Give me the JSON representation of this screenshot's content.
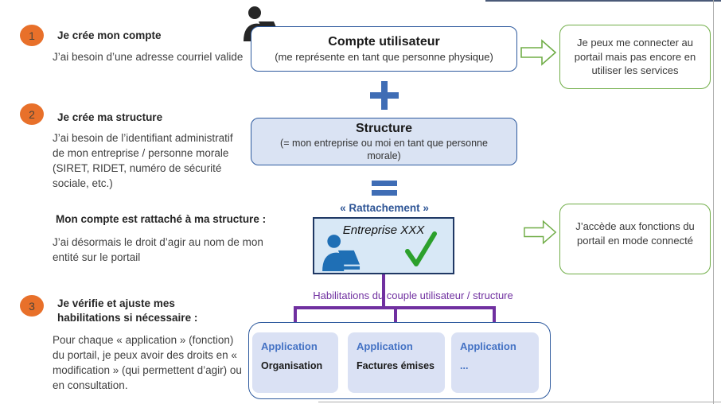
{
  "steps": [
    {
      "num": "1",
      "title": "Je crée mon compte",
      "body": "J’ai besoin d’une adresse courriel valide"
    },
    {
      "num": "2",
      "title": "Je crée ma structure",
      "body": "J’ai besoin de l’identifiant administratif de mon entreprise / personne morale (SIRET, RIDET, numéro de sécurité sociale, etc.)"
    },
    {
      "num": "3",
      "title": "Je vérifie et ajuste mes habilitations si nécessaire :",
      "body": "Pour chaque « application » (fonction) du portail, je peux avoir des droits en « modification » (qui permettent d’agir) ou en consultation."
    }
  ],
  "attachment_note": {
    "title": "Mon compte est rattaché à ma structure :",
    "body": "J’ai désormais le droit d’agir au nom de mon entité sur le portail"
  },
  "flow": {
    "account_box": {
      "title": "Compte utilisateur",
      "subtitle": "(me représente en tant que personne physique)"
    },
    "plus_icon": "plus",
    "structure_box": {
      "title": "Structure",
      "subtitle": "(= mon entreprise ou moi en tant que personne morale)"
    },
    "equals_icon": "equals",
    "attachment_label": "« Rattachement »",
    "company_box": {
      "title": "Entreprise XXX"
    },
    "habilitations_label": "Habilitations du couple utilisateur / structure",
    "applications": [
      {
        "header": "Application",
        "label": "Organisation"
      },
      {
        "header": "Application",
        "label": "Factures émises"
      },
      {
        "header": "Application",
        "label": "..."
      }
    ]
  },
  "outcomes": [
    {
      "text": "Je peux me connecter au portail mais pas encore en utiliser les services"
    },
    {
      "text": "J’accède aux fonctions du portail en mode connecté"
    }
  ],
  "colors": {
    "step_badge_orange": "#E8702A",
    "accent_blue": "#3F6DB5",
    "box_border_blue": "#2E5A9E",
    "light_blue_fill": "#DAE3F3",
    "company_border_navy": "#1F3864",
    "purple": "#7030A0",
    "app_text_blue": "#4472C4",
    "green_border": "#70AD47",
    "check_green": "#2CA02C"
  }
}
